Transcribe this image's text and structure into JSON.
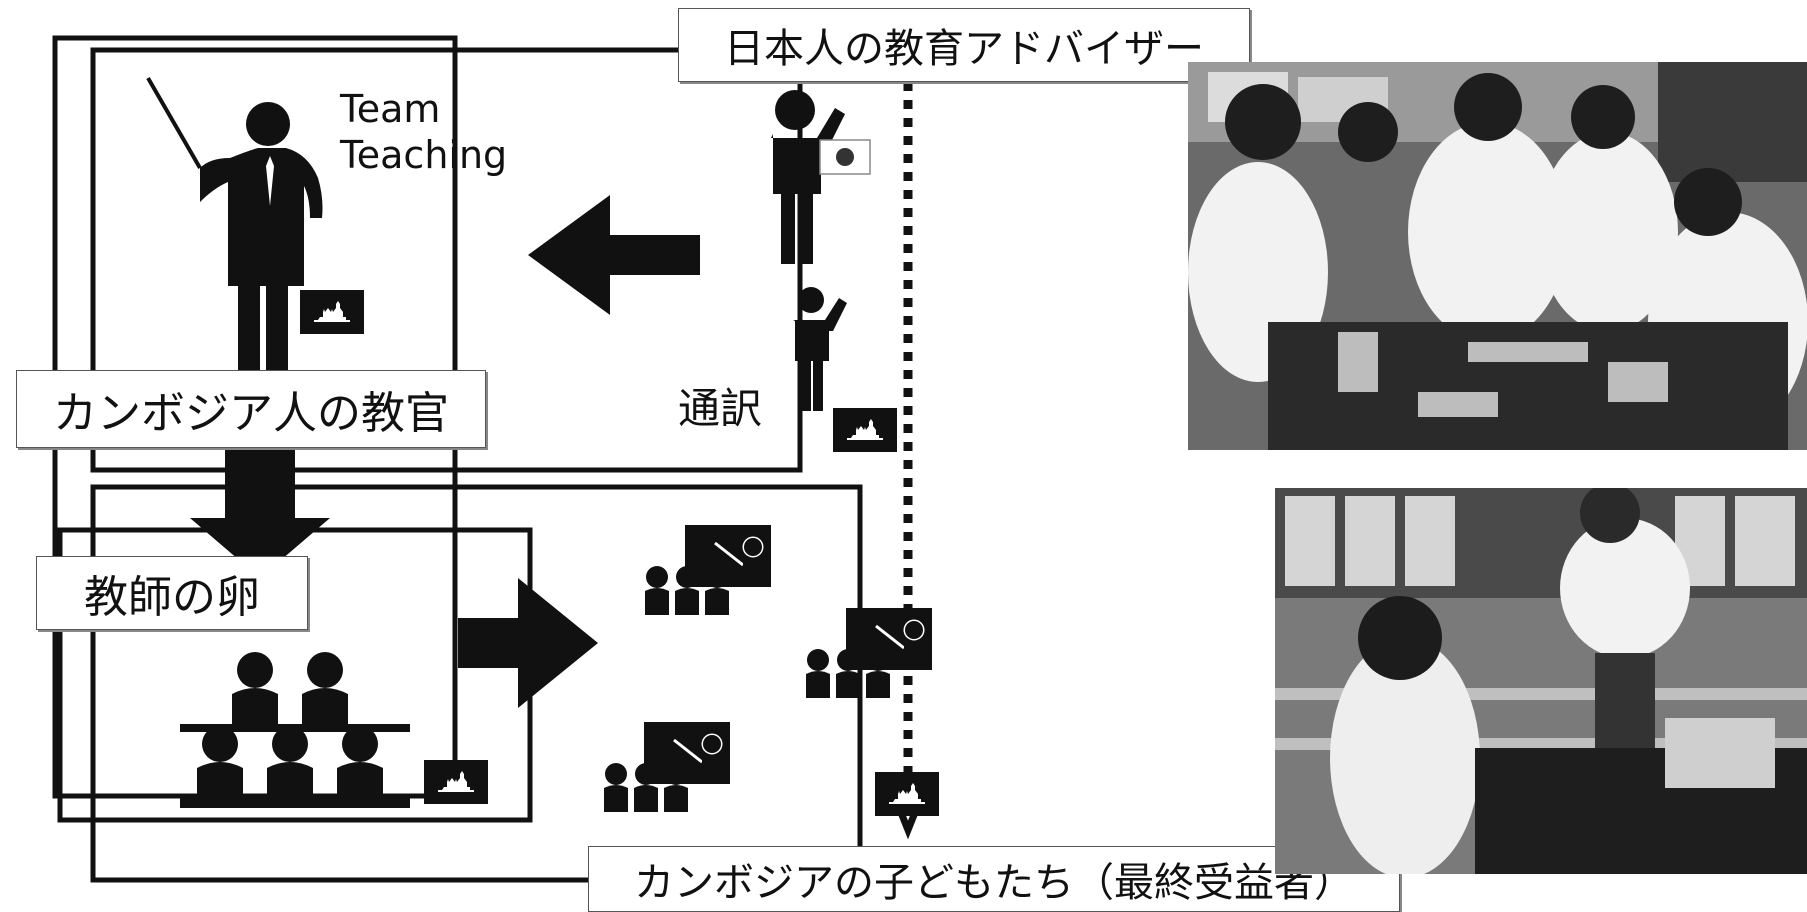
{
  "labels": {
    "japanese_advisor": "日本人の教育アドバイザー",
    "cambodian_instructor": "カンボジア人の教官",
    "teacher_trainees": "教師の卵",
    "interpreter": "通訳",
    "team_teaching_line1": "Team",
    "team_teaching_line2": "Teaching",
    "cambodian_children": "カンボジアの子どもたち（最終受益者）"
  },
  "icons": {
    "instructor": "teacher-with-pointer-icon",
    "advisor": "presenter-with-japan-flag-icon",
    "interpreter": "interpreter-person-icon",
    "students": "seated-students-group-icon",
    "classroom": "classroom-teacher-students-icon",
    "cambodia_flag": "cambodia-flag-icon",
    "japan_flag": "japan-flag-icon"
  },
  "photos": [
    {
      "name": "training-session-photo",
      "depicts": "instructors gathered around a laboratory table with microscopes"
    },
    {
      "name": "classroom-practice-photo",
      "depicts": "teacher demonstrating to a student in a laboratory classroom"
    }
  ],
  "colors": {
    "ink": "#111111",
    "background": "#ffffff",
    "japan_red": "#bc002d"
  }
}
